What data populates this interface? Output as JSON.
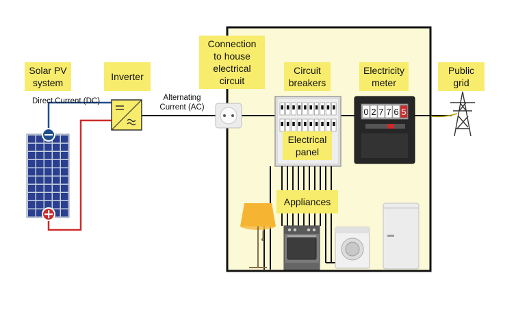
{
  "labels": {
    "solar": "Solar PV system",
    "inverter": "Inverter",
    "connection": "Connection to house electrical circuit",
    "breakers": "Circuit breakers",
    "meter": "Electricity meter",
    "grid": "Public grid",
    "panel": "Electrical panel",
    "appliances": "Appliances"
  },
  "notes": {
    "dc": "Direct Current (DC)",
    "ac_line1": "Alternating",
    "ac_line2": "Current (AC)"
  },
  "meter_digits": [
    "0",
    "2",
    "7",
    "7",
    "6",
    "5"
  ],
  "colors": {
    "label_bg": "#f7ec6b",
    "house_bg": "#fcf9d6",
    "dc_positive": "#cc2b2b",
    "dc_negative": "#1f4f8f",
    "wire": "#111111"
  }
}
